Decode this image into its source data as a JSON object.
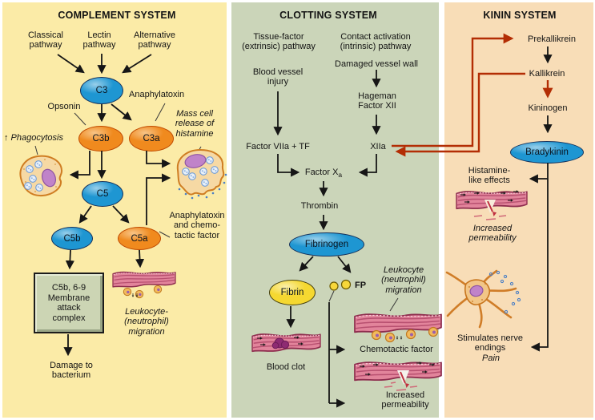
{
  "complement": {
    "title": "COMPLEMENT SYSTEM",
    "labels": {
      "classical": "Classical\npathway",
      "lectin": "Lectin\npathway",
      "alternative": "Alternative\npathway",
      "anaphylatoxin_c3a": "Anaphylatoxin",
      "opsonin": "Opsonin",
      "mast_cell": "Mass cell\nrelease of\nhistamine",
      "phagocytosis": "↑ Phagocytosis",
      "anaphylatoxin_c5a": "Anaphylatoxin\nand chemo-\ntactic factor",
      "mac_box": "C5b, 6-9\nMembrane\nattack\ncomplex",
      "leukocyte_migration": "Leukocyte-\n(neutrophil)\nmigration",
      "damage": "Damage to\nbacterium"
    },
    "nodes": {
      "c3": "C3",
      "c3b": "C3b",
      "c3a": "C3a",
      "c5": "C5",
      "c5b": "C5b",
      "c5a": "C5a"
    }
  },
  "clotting": {
    "title": "CLOTTING SYSTEM",
    "labels": {
      "tissue_factor": "Tissue-factor\n(extrinsic) pathway",
      "contact_activation": "Contact activation\n(intrinsic) pathway",
      "damaged_vessel": "Damaged vessel wall",
      "blood_vessel_injury": "Blood vessel\ninjury",
      "hageman": "Hageman\nFactor XII",
      "factor_viia": "Factor VIIa + TF",
      "xiia": "XIIa",
      "factor_x": "Factor X",
      "factor_x_sub": "a",
      "thrombin": "Thrombin",
      "fp": "FP",
      "blood_clot": "Blood clot",
      "leukocyte_migration": "Leukocyte\n(neutrophil)\nmigration",
      "chemotactic": "Chemotactic factor",
      "increased_permeability": "Increased\npermeability"
    },
    "nodes": {
      "fibrinogen": "Fibrinogen",
      "fibrin": "Fibrin"
    }
  },
  "kinin": {
    "title": "KININ SYSTEM",
    "labels": {
      "prekallikrein": "Prekallikrein",
      "kallikrein": "Kallikrein",
      "kininogen": "Kininogen",
      "histamine_like": "Histamine-\nlike effects",
      "increased_permeability": "Increased\npermeability",
      "stimulates": "Stimulates nerve\nendings",
      "pain": "Pain"
    },
    "nodes": {
      "bradykinin": "Bradykinin"
    }
  },
  "illustrations": [
    "macrophage-cell",
    "mast-cell",
    "vessel-leukocyte-migration-complement",
    "blood-clot-vessel",
    "vessel-leukocyte-migration-clotting",
    "vessel-increased-permeability-clotting",
    "vessel-increased-permeability-kinin",
    "nerve-cell"
  ],
  "colors": {
    "complement_bg": "#FBEBA7",
    "clotting_bg": "#CBD5B9",
    "kinin_bg": "#F8DDB7",
    "node_blue": "#1E96D2",
    "node_orange": "#F08A1E",
    "node_yellow": "#F5D831",
    "connector_black": "#161616",
    "connector_red": "#B32D04"
  }
}
